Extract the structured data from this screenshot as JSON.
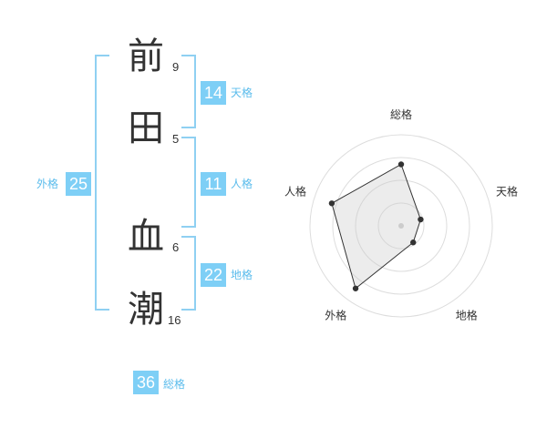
{
  "name": {
    "characters": [
      {
        "char": "前",
        "strokes": "9"
      },
      {
        "char": "田",
        "strokes": "5"
      },
      {
        "char": "血",
        "strokes": "6"
      },
      {
        "char": "潮",
        "strokes": "16"
      }
    ]
  },
  "fortunes": {
    "tenkaku": {
      "value": "14",
      "label": "天格"
    },
    "jinkaku": {
      "value": "11",
      "label": "人格"
    },
    "chikaku": {
      "value": "22",
      "label": "地格"
    },
    "gaikaku": {
      "value": "25",
      "label": "外格"
    },
    "soukaku": {
      "value": "36",
      "label": "総格"
    }
  },
  "colors": {
    "badge": "#7ecff6",
    "bracket": "#8fd0f2",
    "label": "#5bbcec"
  },
  "chart_data": {
    "type": "radar",
    "axes": [
      "総格",
      "天格",
      "地格",
      "外格",
      "人格"
    ],
    "rmax": 4,
    "rings": 4,
    "values": [
      2.7,
      0.9,
      0.9,
      3.4,
      3.2
    ]
  }
}
